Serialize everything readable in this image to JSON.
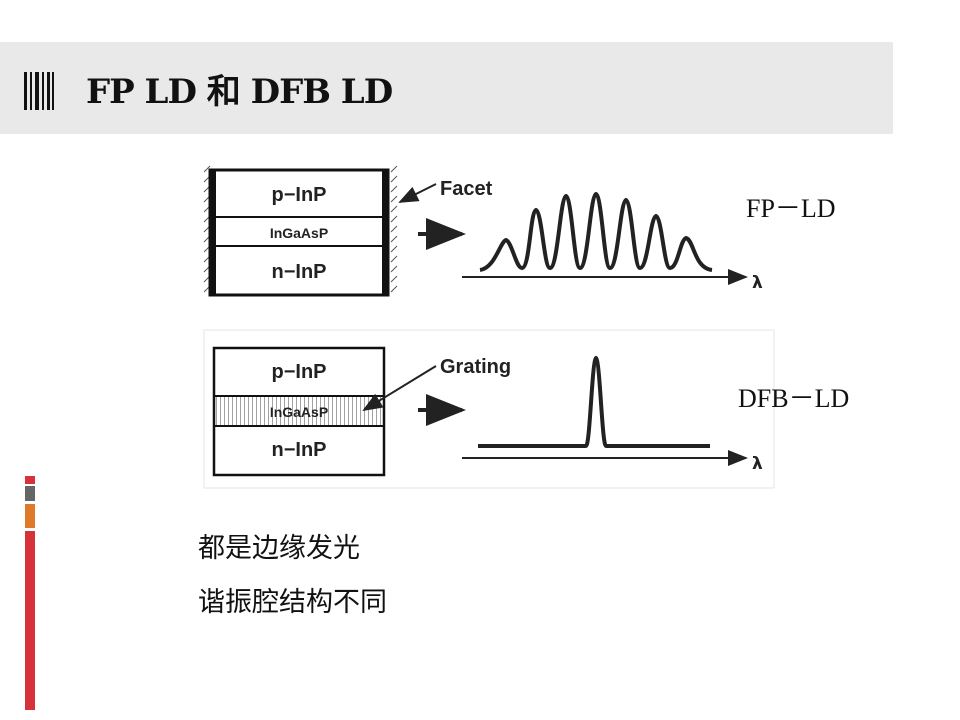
{
  "slide": {
    "title": "FP LD 和 DFB LD"
  },
  "fp_diagram": {
    "layer_top": "p−InP",
    "layer_mid": "InGaAsP",
    "layer_bottom": "n−InP",
    "callout": "Facet",
    "axis_symbol": "λ",
    "label": "FP－LD"
  },
  "dfb_diagram": {
    "layer_top": "p−InP",
    "layer_mid": "InGaAsP",
    "layer_bottom": "n−InP",
    "callout": "Grating",
    "axis_symbol": "λ",
    "label": "DFB－LD"
  },
  "bullets": [
    "都是边缘发光",
    "谐振腔结构不同"
  ],
  "colors": {
    "title_band": "#e9e9e9",
    "accent_red": "#d7323a",
    "accent_gray": "#666666",
    "accent_orange": "#e07a2b"
  }
}
